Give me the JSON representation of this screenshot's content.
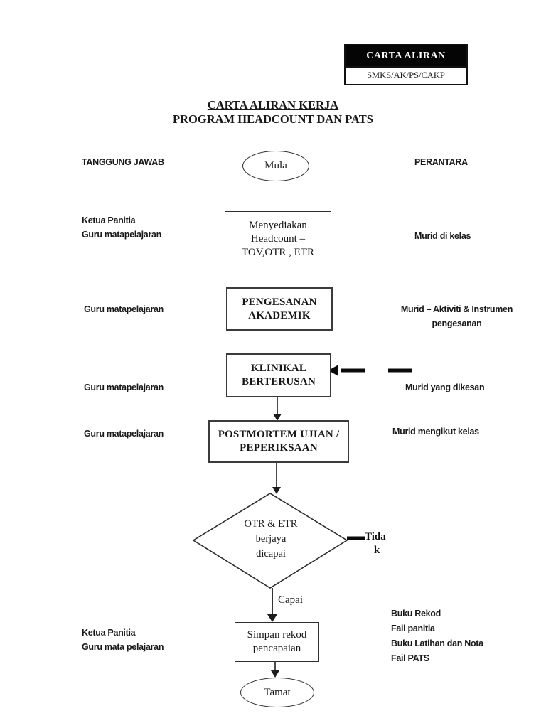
{
  "stamp": {
    "title": "CARTA ALIRAN",
    "code": "SMKS/AK/PS/CAKP"
  },
  "doc_title": {
    "line1": "CARTA ALIRAN KERJA",
    "line2": "PROGRAM HEADCOUNT DAN PATS"
  },
  "column_headers": {
    "left": "TANGGUNG JAWAB",
    "right": "PERANTARA"
  },
  "flowchart": {
    "start_label": "Mula",
    "end_label": "Tamat",
    "boxes": [
      {
        "lines": [
          "Menyediakan",
          "Headcount –",
          "TOV,OTR , ETR"
        ]
      },
      {
        "lines": [
          "PENGESANAN",
          "AKADEMIK"
        ]
      },
      {
        "lines": [
          "KLINIKAL",
          "BERTERUSAN"
        ]
      },
      {
        "lines": [
          "POSTMORTEM UJIAN /",
          "PEPERIKSAAN"
        ]
      },
      {
        "lines": [
          "Simpan rekod",
          "pencapaian"
        ]
      }
    ],
    "decision": {
      "lines": [
        "OTR & ETR",
        "berjaya",
        "dicapai"
      ]
    },
    "branch_no": {
      "line1": "Tida",
      "line2": "k"
    },
    "branch_yes": "Capai"
  },
  "left_column": {
    "row1": {
      "line1": "Ketua Panitia",
      "line2": "Guru matapelajaran"
    },
    "row2": {
      "line1": "Guru matapelajaran"
    },
    "row3": {
      "line1": "Guru matapelajaran"
    },
    "row4": {
      "line1": "Guru matapelajaran"
    },
    "row5": {
      "line1": "Ketua Panitia",
      "line2": "Guru mata pelajaran"
    }
  },
  "right_column": {
    "row1": {
      "line1": "Murid di kelas"
    },
    "row2": {
      "line1": "Murid – Aktiviti & Instrumen",
      "line2": "pengesanan"
    },
    "row3": {
      "line1": "Murid yang dikesan"
    },
    "row4": {
      "line1": "Murid mengikut kelas"
    },
    "row5": {
      "line1": "Buku Rekod",
      "line2": "Fail panitia",
      "line3": "Buku Latihan dan Nota",
      "line4": "Fail PATS"
    }
  },
  "colors": {
    "stamp_bg": "#050505",
    "stamp_text": "#fdfdfd",
    "ink": "#161616",
    "page_bg": "#ffffff"
  }
}
